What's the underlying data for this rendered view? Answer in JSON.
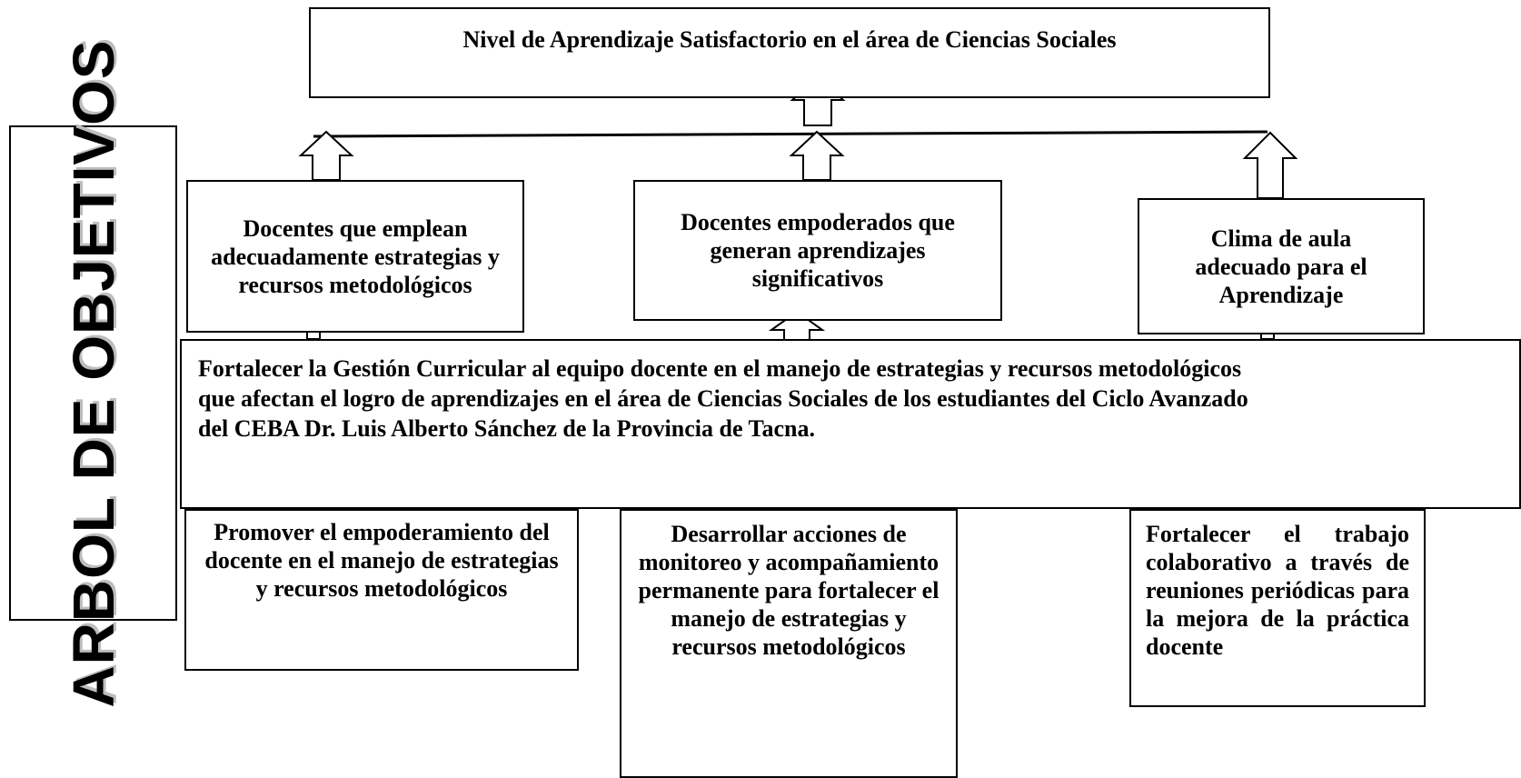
{
  "diagram": {
    "title": "ARBOL DE OBJETIVOS",
    "goal": "Nivel de Aprendizaje Satisfactorio en el área de Ciencias Sociales",
    "ends": [
      "Docentes que emplean adecuadamente estrategias y recursos metodológicos",
      "Docentes empoderados que generan aprendizajes significativos",
      "Clima de aula adecuado para el Aprendizaje"
    ],
    "purpose_lines": [
      "Fortalecer la Gestión Curricular al equipo docente en el manejo de estrategias y recursos metodológicos",
      "que afectan el logro de aprendizajes en el área de Ciencias Sociales de los estudiantes del Ciclo Avanzado",
      "del CEBA Dr. Luis Alberto Sánchez de la Provincia de Tacna."
    ],
    "means": [
      "Promover el empoderamiento del docente en el manejo de estrategias y recursos metodológicos",
      "Desarrollar acciones de monitoreo y acompañamiento permanente para fortalecer el manejo de estrategias y recursos metodológicos",
      "Fortalecer el trabajo colaborativo a través de reuniones periódicas para la mejora de la práctica docente"
    ]
  }
}
